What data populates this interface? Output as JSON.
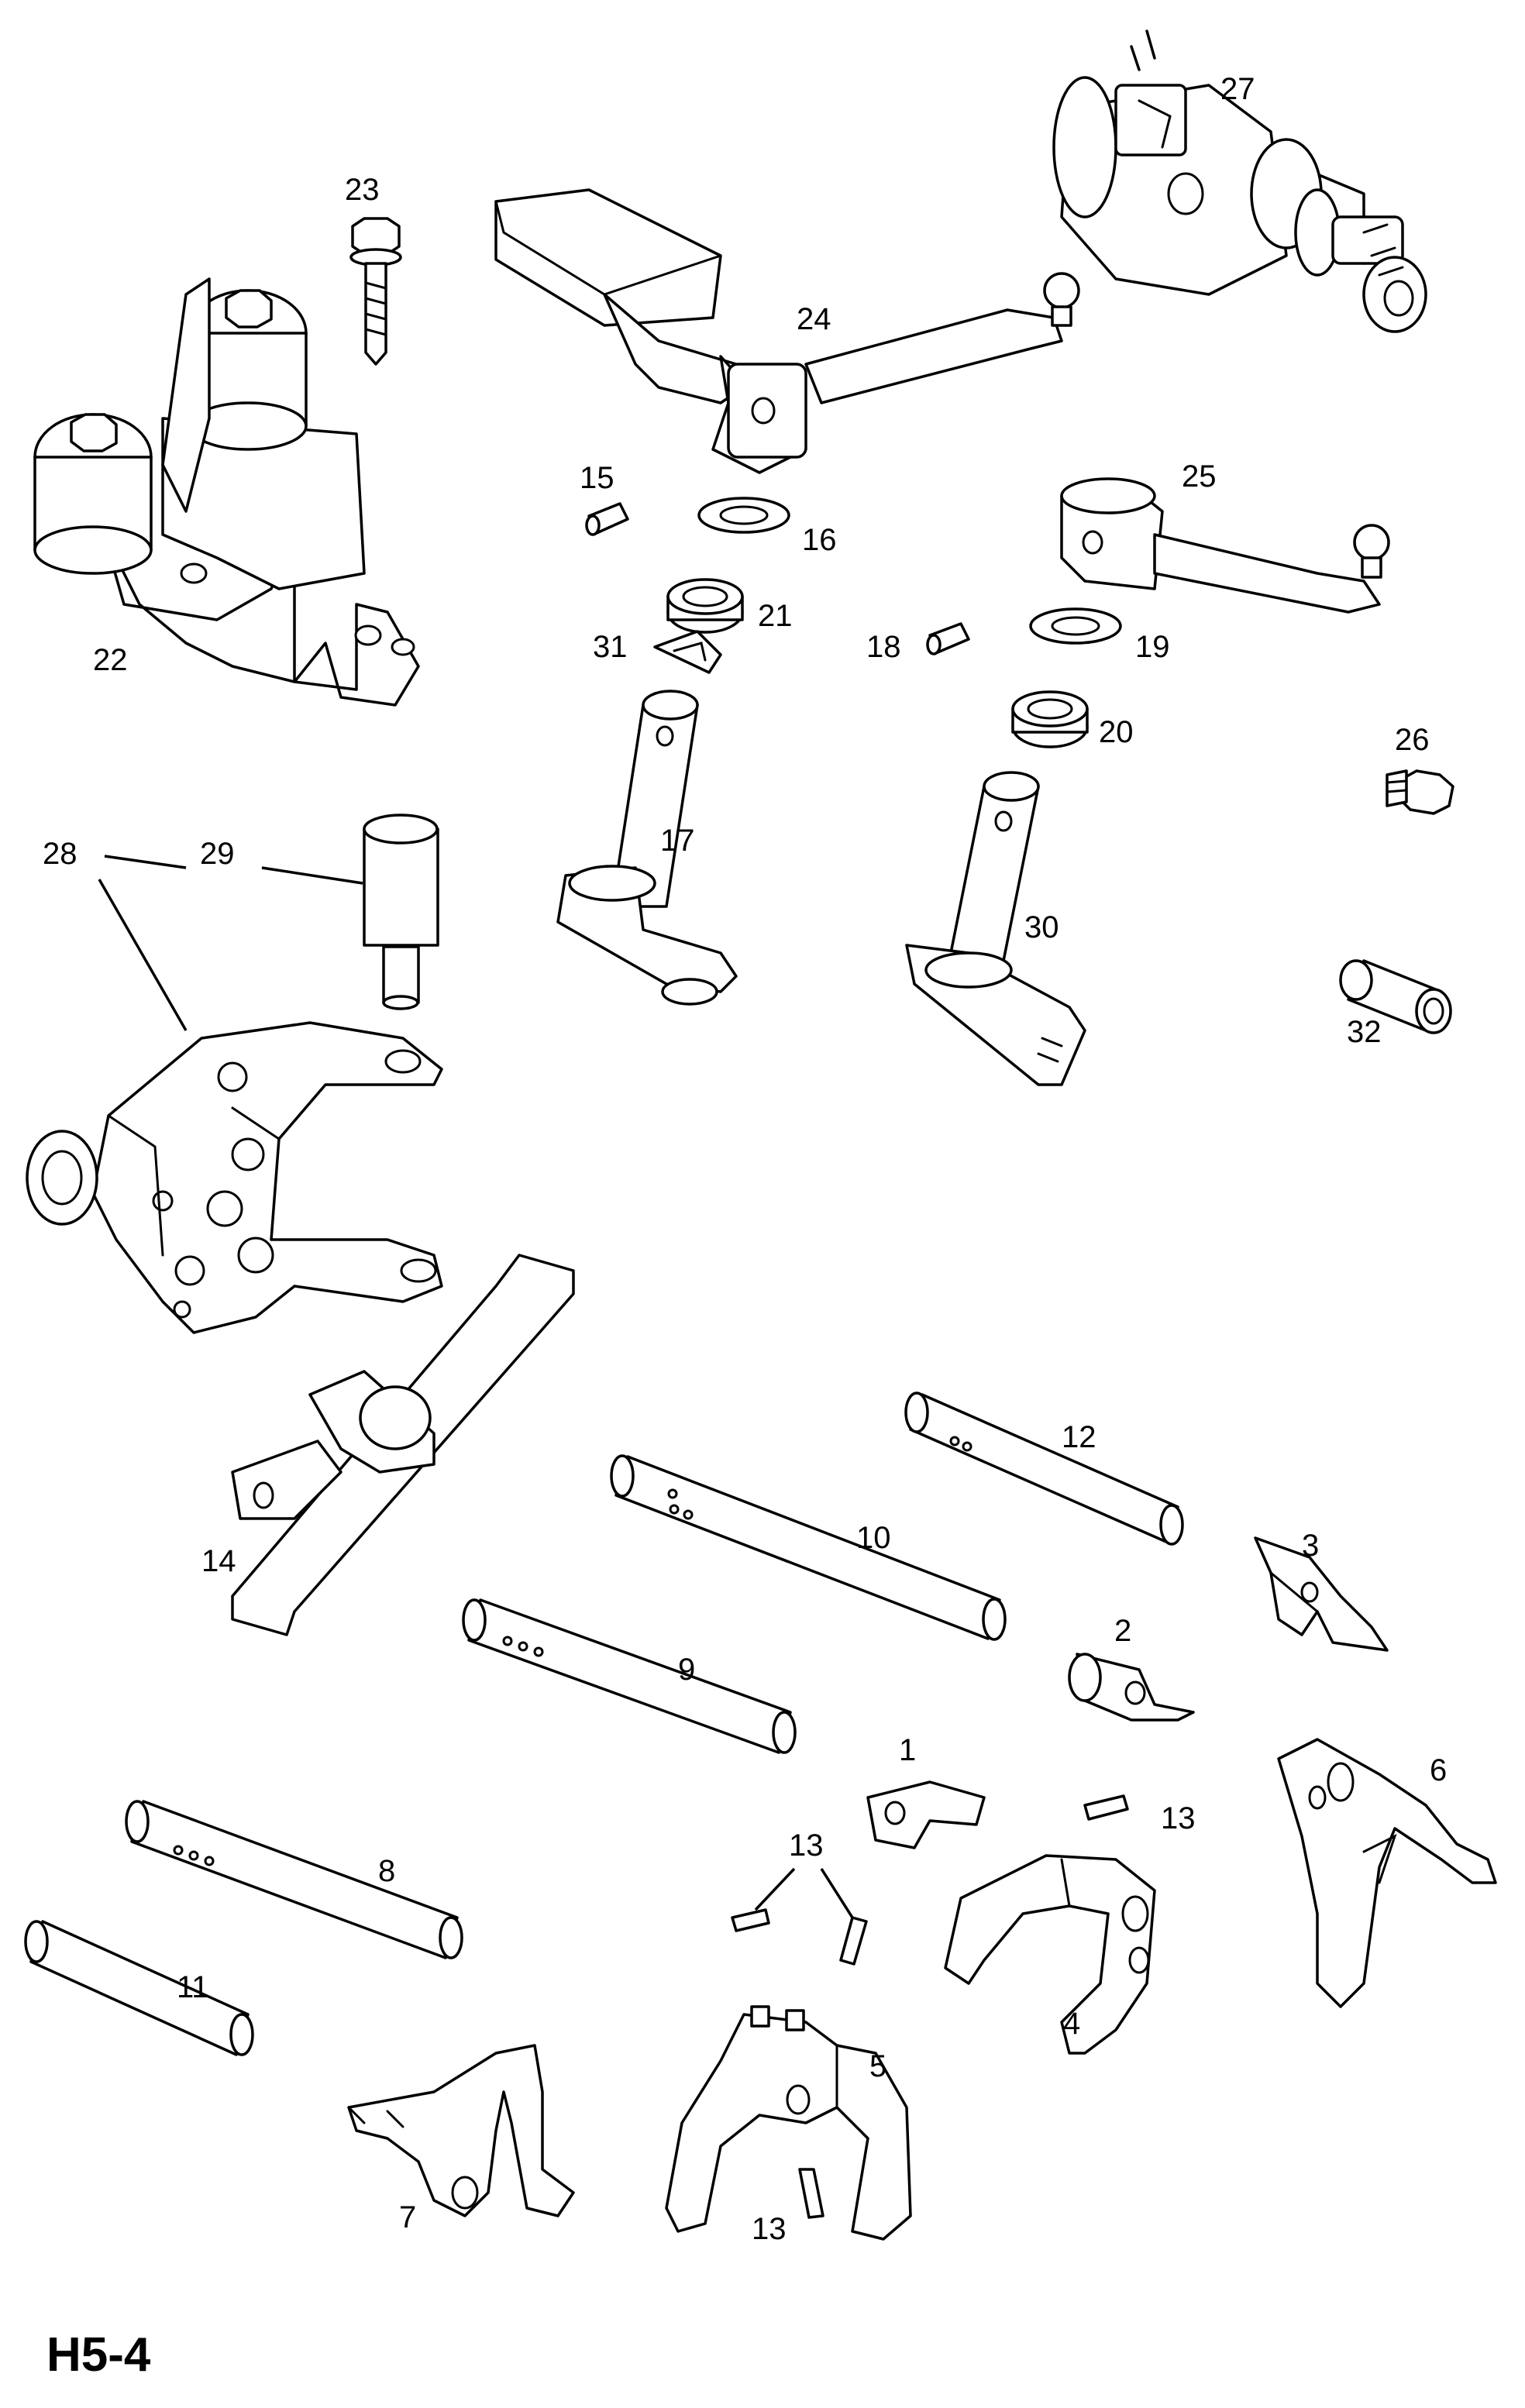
{
  "diagram": {
    "code": "H5-4",
    "callouts": {
      "p1": "1",
      "p2": "2",
      "p3": "3",
      "p4": "4",
      "p5": "5",
      "p6": "6",
      "p7": "7",
      "p8": "8",
      "p9": "9",
      "p10": "10",
      "p11": "11",
      "p12": "12",
      "p13a": "13",
      "p13b": "13",
      "p13c": "13",
      "p14": "14",
      "p15": "15",
      "p16": "16",
      "p17": "17",
      "p18": "18",
      "p19": "19",
      "p20": "20",
      "p21": "21",
      "p22": "22",
      "p23": "23",
      "p24": "24",
      "p25": "25",
      "p26": "26",
      "p27": "27",
      "p28": "28",
      "p29": "29",
      "p30": "30",
      "p31": "31",
      "p32": "32"
    }
  }
}
